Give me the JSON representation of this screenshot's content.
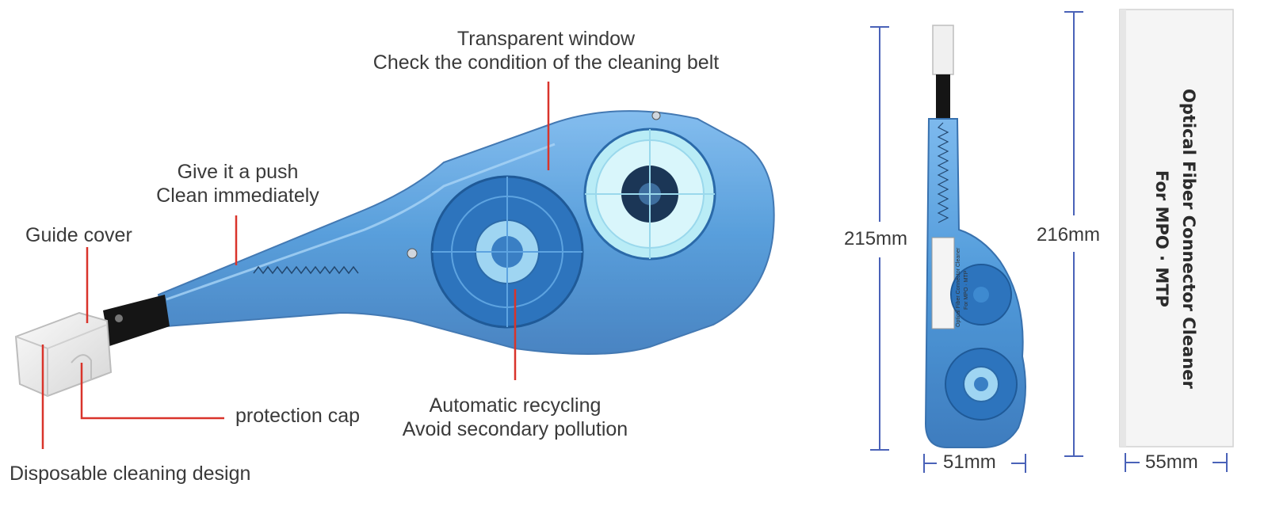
{
  "callouts": {
    "transparent_window": [
      "Transparent window",
      "Check the condition of the cleaning belt"
    ],
    "give_push": [
      "Give it a push",
      "Clean immediately"
    ],
    "guide_cover": "Guide cover",
    "protection_cap": "protection cap",
    "disposable": "Disposable cleaning design",
    "recycling": [
      "Automatic recycling",
      "Avoid secondary pollution"
    ]
  },
  "dimensions": {
    "tool_height": "215mm",
    "tool_width": "51mm",
    "box_height": "216mm",
    "box_width": "55mm"
  },
  "box_label": {
    "line1": "Optical Fiber Connector Cleaner",
    "line2": "For MPO · MTP"
  },
  "tool_label": {
    "line1": "Optical Fiber Connector Cleaner",
    "line2": "For MPO · MTP"
  },
  "colors": {
    "body_blue": "#3d8fd6",
    "leader_red": "#d9342b",
    "dimension_blue": "#4a62b8",
    "reel_cyan": "#b9ecf6"
  }
}
